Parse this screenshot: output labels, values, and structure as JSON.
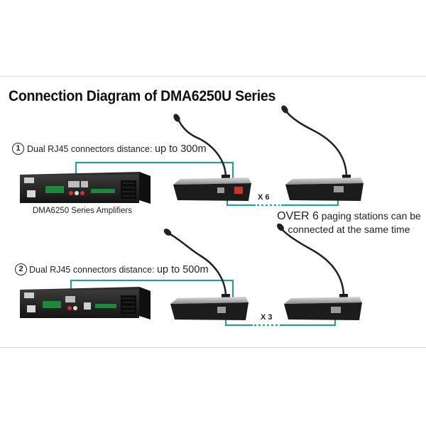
{
  "title": "Connection Diagram of DMA6250U Series",
  "rows": [
    {
      "number": "1",
      "caption": "Dual RJ45 connectors distance: ",
      "distance": "up to 300m",
      "multiplier": "X 6"
    },
    {
      "number": "2",
      "caption": "Dual RJ45 connectors distance: ",
      "distance": "up to 500m",
      "multiplier": "X 3"
    }
  ],
  "amplifier_label": "DMA6250 Series Amplifiers",
  "note": {
    "line1_prefix": "OVER 6",
    "line1_rest": " paging stations can be",
    "line2": "connected at the same time"
  },
  "colors": {
    "cable": "#2a9c93",
    "device_body": "#1c1c1c",
    "panel_red": "#c0392b"
  },
  "icons": [
    "amplifier-device",
    "paging-station-microphone",
    "rj45-port"
  ]
}
